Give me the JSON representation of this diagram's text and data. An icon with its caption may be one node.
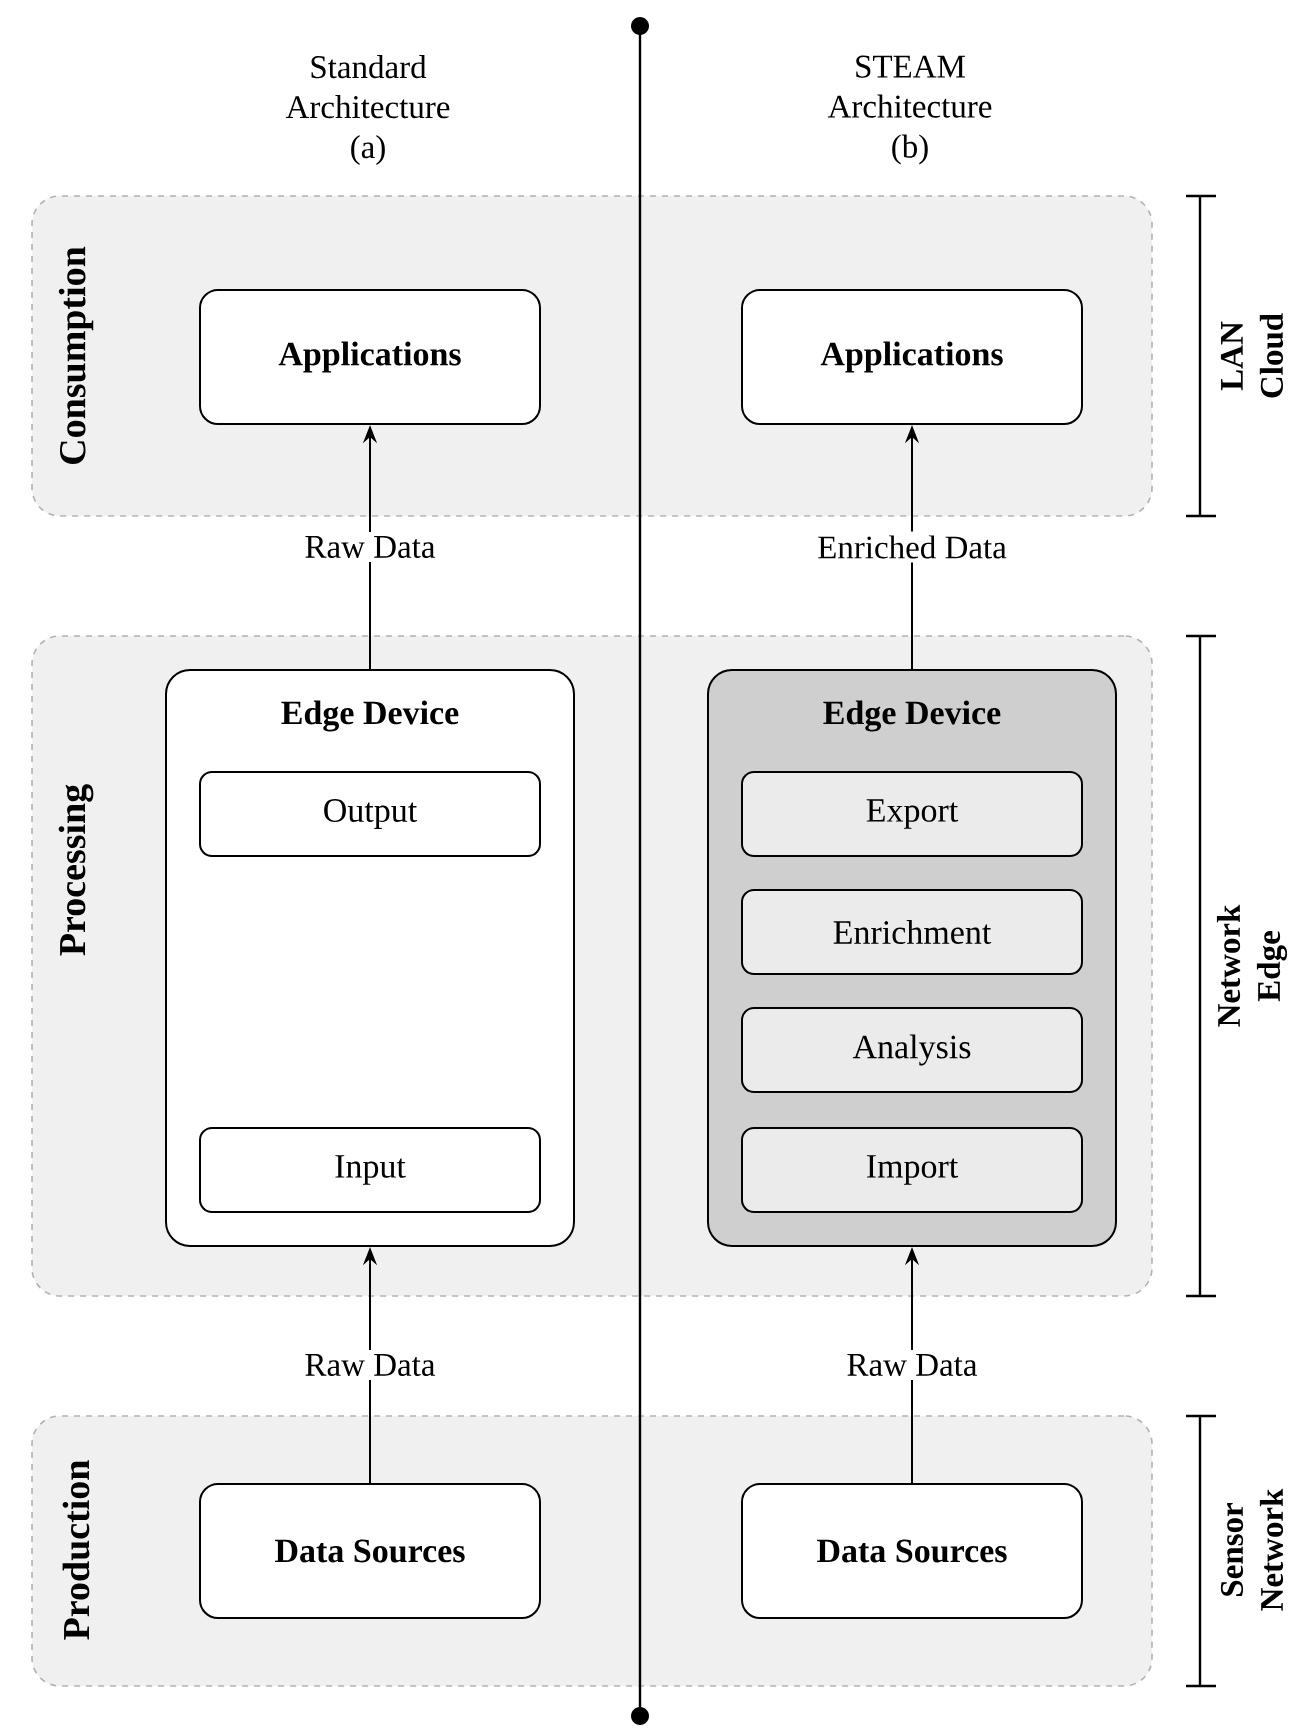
{
  "diagram": {
    "nodes": [
      {
        "text": [
          "Consumption"
        ]
      },
      {
        "text": [
          "Applications"
        ],
        "in": 0
      },
      {
        "text": [
          "Applications"
        ],
        "in": 0
      },
      {
        "text": [
          "Processing"
        ]
      },
      {
        "text": [
          "Edge Device"
        ],
        "in": 3
      },
      {
        "text": [
          "Output"
        ],
        "in": 4
      },
      {
        "text": [
          "Input"
        ],
        "in": 4
      },
      {
        "text": [
          "Edge Device"
        ],
        "in": 3
      },
      {
        "text": [
          "Export"
        ],
        "in": 7
      },
      {
        "text": [
          "Enrichment"
        ],
        "in": 7
      },
      {
        "text": [
          "Analysis"
        ],
        "in": 7
      },
      {
        "text": [
          "Import"
        ],
        "in": 7
      },
      {
        "text": [
          "Production"
        ]
      },
      {
        "text": [
          "Data Sources"
        ],
        "in": 12
      },
      {
        "text": [
          "Data Sources"
        ],
        "in": 12
      }
    ],
    "edges": [
      {
        "from": 4,
        "to": 1,
        "arrow": "to",
        "label": "Raw Data"
      },
      {
        "from": 7,
        "to": 2,
        "arrow": "to",
        "label": "Enriched Data"
      },
      {
        "from": 13,
        "to": 4,
        "arrow": "to",
        "label": "Raw Data"
      },
      {
        "from": 14,
        "to": 7,
        "arrow": "to",
        "label": "Raw Data"
      }
    ],
    "labels": [
      "Standard Architecture (a)",
      "STEAM Architecture (b)",
      "LAN Cloud",
      "Network Edge",
      "Sensor Network"
    ]
  }
}
